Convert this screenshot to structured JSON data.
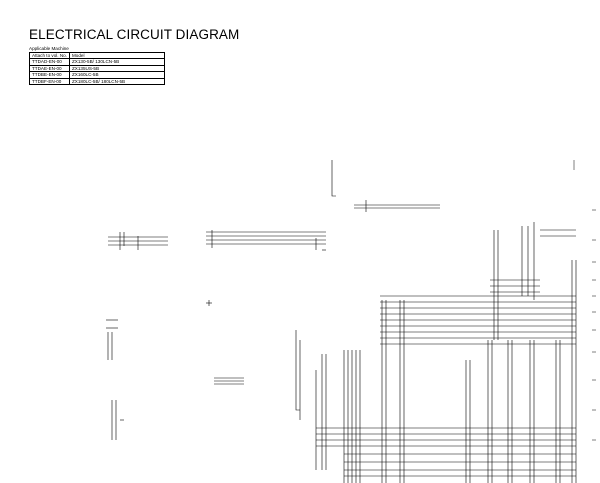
{
  "title": "ELECTRICAL CIRCUIT DIAGRAM",
  "applicable": {
    "caption": "Applicable Machine",
    "header": [
      "Attach to vol. No.",
      "Model"
    ],
    "rows": [
      [
        "TTDAD-EN-00",
        "ZX130-5B/ 130LCN-5B"
      ],
      [
        "TTDAE-EN-00",
        "ZX135US-5B"
      ],
      [
        "TTDBE-EN-00",
        "ZX160LC-5B"
      ],
      [
        "TTDBF-EN-00",
        "ZX180LC-5B/ 180LCN-5B"
      ]
    ]
  }
}
